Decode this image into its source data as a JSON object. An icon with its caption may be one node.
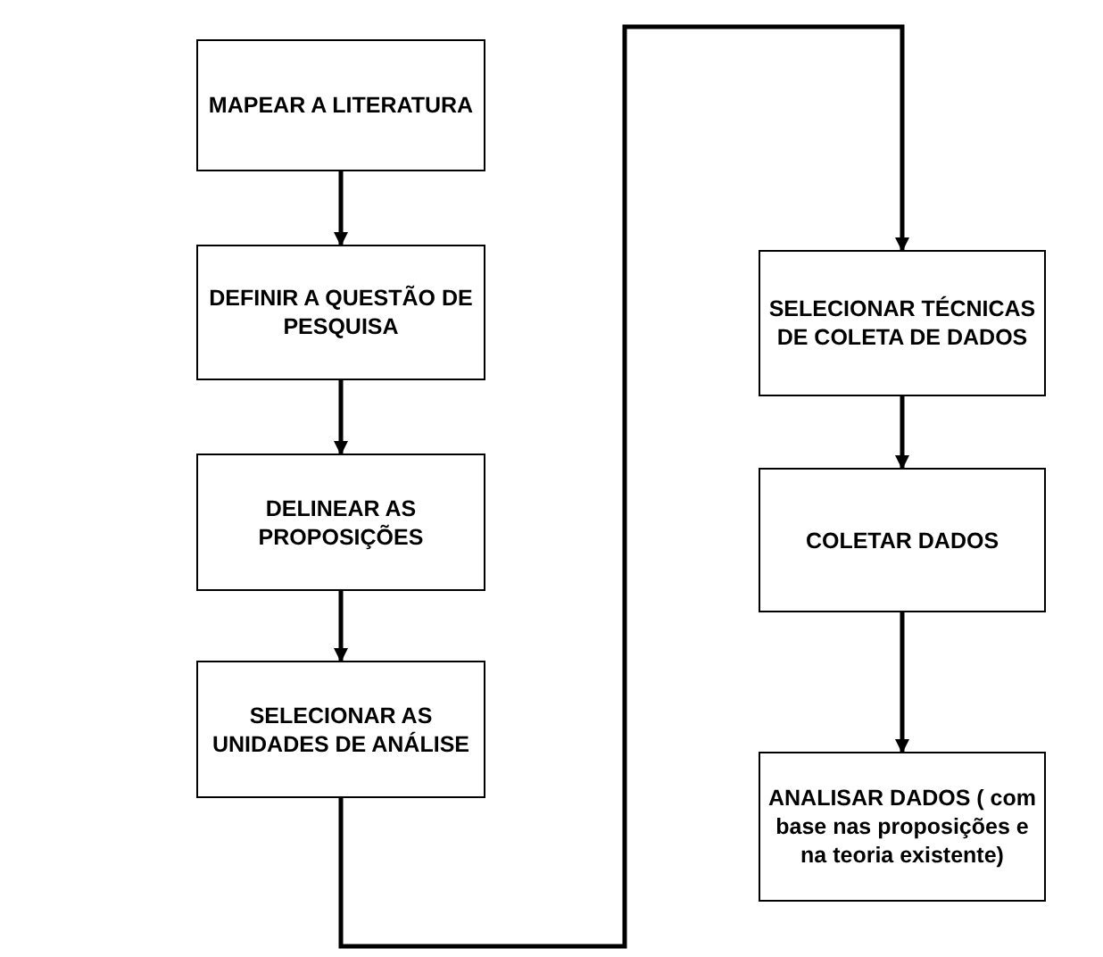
{
  "diagram": {
    "nodes": [
      {
        "text": [
          "MAPEAR A LITERATURA"
        ]
      },
      {
        "text": [
          "DEFINIR A QUESTÃO DE PESQUISA"
        ]
      },
      {
        "text": [
          "DELINEAR AS PROPOSIÇÕES"
        ]
      },
      {
        "text": [
          "SELECIONAR AS UNIDADES DE ANÁLISE"
        ]
      },
      {
        "text": [
          "SELECIONAR TÉCNICAS DE COLETA DE DADOS"
        ]
      },
      {
        "text": [
          "COLETAR DADOS"
        ]
      },
      {
        "text": [
          "ANALISAR DADOS ( com base nas proposições e na teoria existente)"
        ]
      }
    ],
    "edges": [
      {
        "from": 0,
        "to": 1,
        "arrow": "to"
      },
      {
        "from": 1,
        "to": 2,
        "arrow": "to"
      },
      {
        "from": 2,
        "to": 3,
        "arrow": "to"
      },
      {
        "from": 3,
        "to": 4,
        "arrow": "to"
      },
      {
        "from": 4,
        "to": 5,
        "arrow": "to"
      },
      {
        "from": 5,
        "to": 6,
        "arrow": "to"
      }
    ]
  }
}
